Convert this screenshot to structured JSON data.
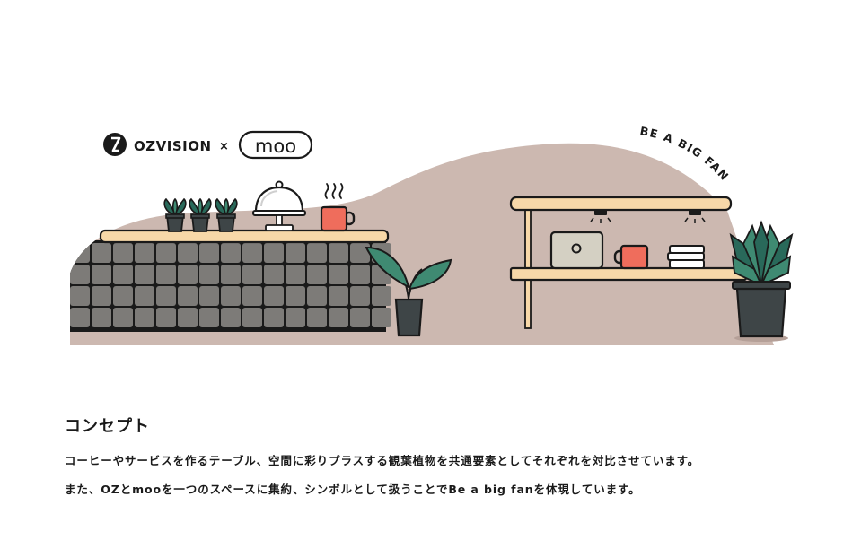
{
  "logos": {
    "ozvision": "OZVISION",
    "separator": "×",
    "moo": "moo"
  },
  "arc_text": "BE A BIG FAN",
  "concept": {
    "title": "コンセプト",
    "line1": "コーヒーやサービスを作るテーブル、空間に彩りプラスする観葉植物を共通要素としてそれぞれを対比させています。",
    "line2": "また、OZとmooを一つのスペースに集約、シンボルとして扱うことでBe a big fanを体現しています。"
  },
  "colors": {
    "background_shape": "#ccb8b0",
    "table_top": "#f7d8a8",
    "tile": "#7d7b78",
    "mug": "#ef6d5c",
    "plant_dark": "#29695a",
    "plant_light": "#3f8a72",
    "pot": "#3e4547",
    "outline": "#1a1a1a"
  }
}
